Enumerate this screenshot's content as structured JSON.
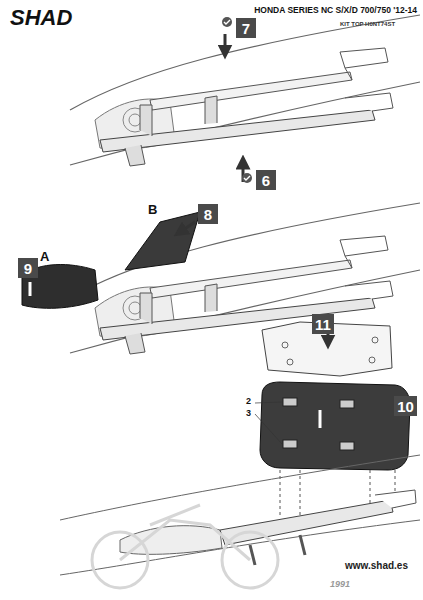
{
  "diagram": {
    "title": "HONDA SERIES NC S/X/D 700/750 '12-14",
    "nodes": [
      {
        "text": [
          "7"
        ]
      },
      {
        "text": [
          "6"
        ]
      },
      {
        "text": [
          "8"
        ]
      },
      {
        "text": [
          "9"
        ]
      },
      {
        "text": [
          "11"
        ]
      },
      {
        "text": [
          "10"
        ]
      }
    ],
    "labels": [
      "SHAD",
      "KIT TOP H0NT74ST",
      "B",
      "A",
      "2",
      "3",
      "www.shad.es",
      "1991"
    ]
  }
}
